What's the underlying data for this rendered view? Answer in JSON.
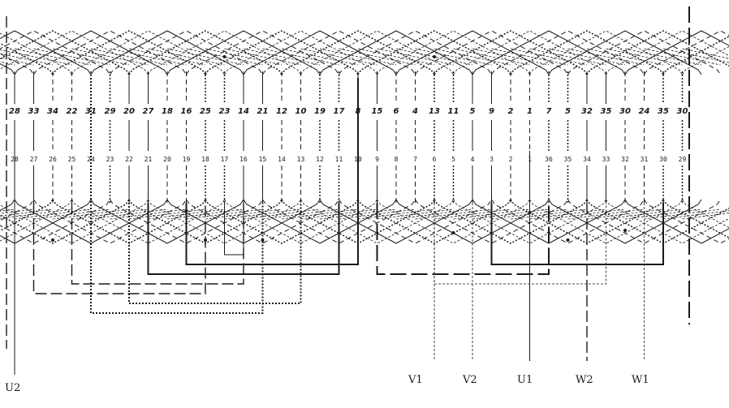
{
  "slots_top_labels": [
    "28",
    "33",
    "34",
    "22",
    "31",
    "29",
    "20",
    "27",
    "18",
    "16",
    "25",
    "23",
    "14",
    "21",
    "12",
    "10",
    "19",
    "17",
    "8",
    "15",
    "6",
    "4",
    "13",
    "11",
    "5",
    "9",
    "2",
    "1",
    "7",
    "5",
    "32",
    "35",
    "30",
    "24",
    "35",
    "30"
  ],
  "slots_bottom_labels": [
    "28",
    "27",
    "26",
    "25",
    "24",
    "23",
    "22",
    "21",
    "20",
    "19",
    "18",
    "17",
    "16",
    "15",
    "14",
    "13",
    "12",
    "11",
    "10",
    "9",
    "8",
    "7",
    "6",
    "5",
    "4",
    "3",
    "2",
    "1",
    "36",
    "35",
    "34",
    "33",
    "32",
    "31",
    "30",
    "29"
  ],
  "terminals": {
    "u2": "U2",
    "v1": "V1",
    "v2": "V2",
    "u1": "U1",
    "w2": "W2",
    "w1": "W1"
  }
}
